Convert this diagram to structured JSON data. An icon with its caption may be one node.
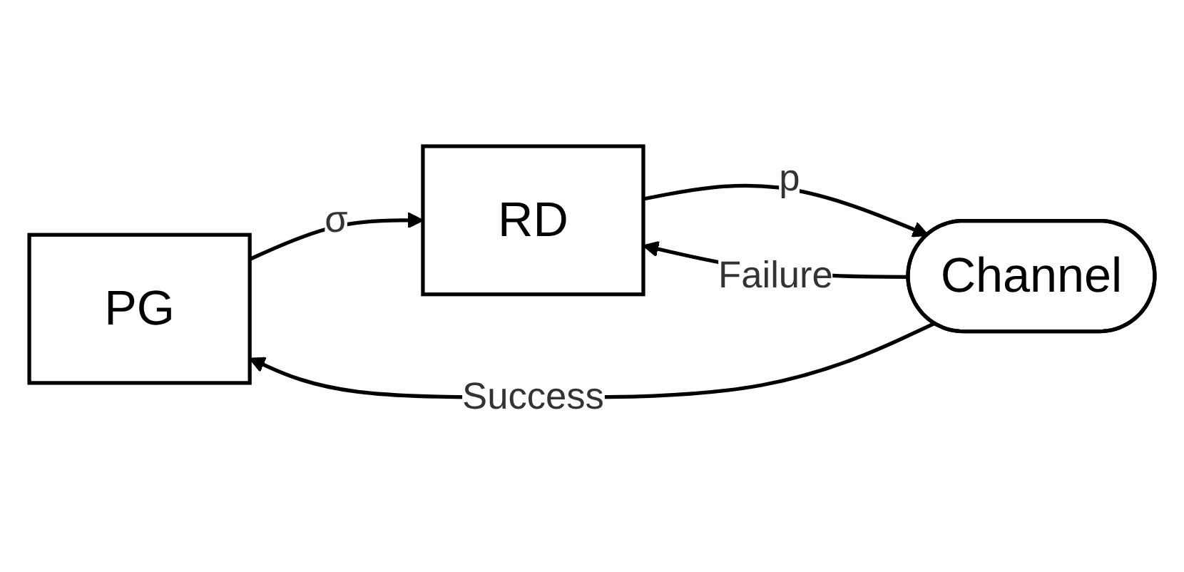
{
  "diagram": {
    "nodes": [
      {
        "text": [
          "PG"
        ]
      },
      {
        "text": [
          "RD"
        ]
      },
      {
        "text": [
          "Channel"
        ]
      }
    ],
    "edges": [
      {
        "from": 0,
        "to": 1,
        "arrow": "to",
        "label": "σ"
      },
      {
        "from": 1,
        "to": 2,
        "arrow": "to",
        "label": "p"
      },
      {
        "from": 2,
        "to": 0,
        "arrow": "to",
        "label": "Success"
      },
      {
        "from": 2,
        "to": 1,
        "arrow": "to",
        "label": "Failure"
      }
    ]
  }
}
